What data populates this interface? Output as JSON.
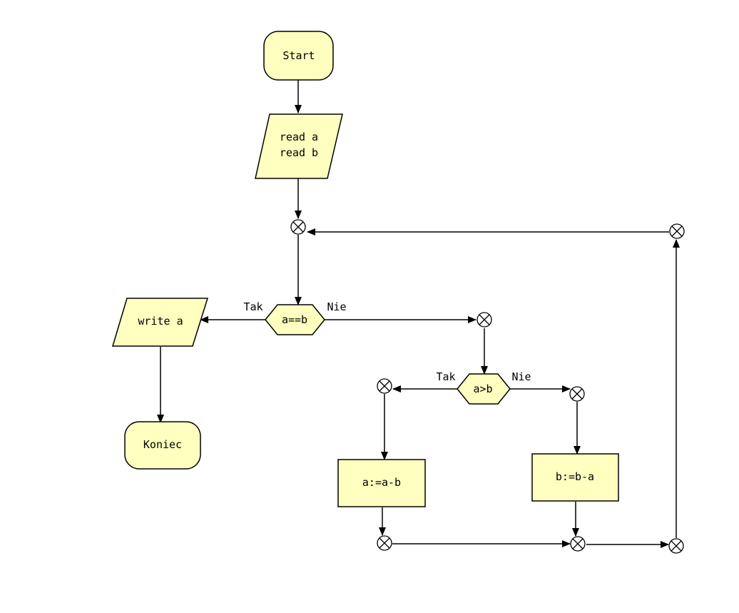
{
  "diagram": {
    "nodes": {
      "start": {
        "label": "Start"
      },
      "read": {
        "lines": [
          "read a",
          "read b"
        ]
      },
      "cond_eq": {
        "label": "a==b",
        "yes_label": "Tak",
        "no_label": "Nie"
      },
      "write": {
        "label": "write a"
      },
      "end": {
        "label": "Koniec"
      },
      "cond_gt": {
        "label": "a>b",
        "yes_label": "Tak",
        "no_label": "Nie"
      },
      "assign_a": {
        "label": "a:=a-b"
      },
      "assign_b": {
        "label": "b:=b-a"
      }
    }
  },
  "colors": {
    "node_fill": "#ffffc0",
    "stroke": "#000000",
    "background": "#ffffff"
  }
}
